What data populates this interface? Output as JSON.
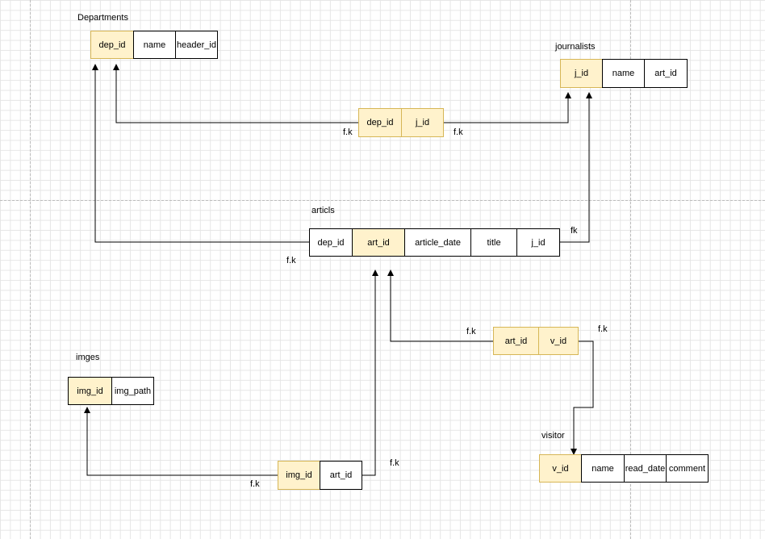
{
  "colors": {
    "key_fill": "#fff2cc",
    "key_border": "#d6b656",
    "line": "#000000",
    "grid": "#e6e6e6"
  },
  "tables": {
    "departments": {
      "title": "Departments",
      "cols": [
        "dep_id",
        "name",
        "header_id"
      ]
    },
    "journalists": {
      "title": "journalists",
      "cols": [
        "j_id",
        "name",
        "art_id"
      ]
    },
    "dep_j": {
      "cols": [
        "dep_id",
        "j_id"
      ]
    },
    "articls": {
      "title": "articls",
      "cols": [
        "dep_id",
        "art_id",
        "article_date",
        "title",
        "j_id"
      ]
    },
    "art_v": {
      "cols": [
        "art_id",
        "v_id"
      ]
    },
    "imges": {
      "title": "imges",
      "cols": [
        "img_id",
        "img_path"
      ]
    },
    "img_art": {
      "cols": [
        "img_id",
        "art_id"
      ]
    },
    "visitor": {
      "title": "visitor",
      "cols": [
        "v_id",
        "name",
        "read_date",
        "comment"
      ]
    }
  },
  "edge_labels": {
    "dep_j_left": "f.k",
    "dep_j_right": "f.k",
    "articls_dep": "f.k",
    "articls_j": "fk",
    "art_v_left": "f.k",
    "art_v_right": "f.k",
    "img_art_left": "f.k",
    "img_art_right": "f.k"
  }
}
